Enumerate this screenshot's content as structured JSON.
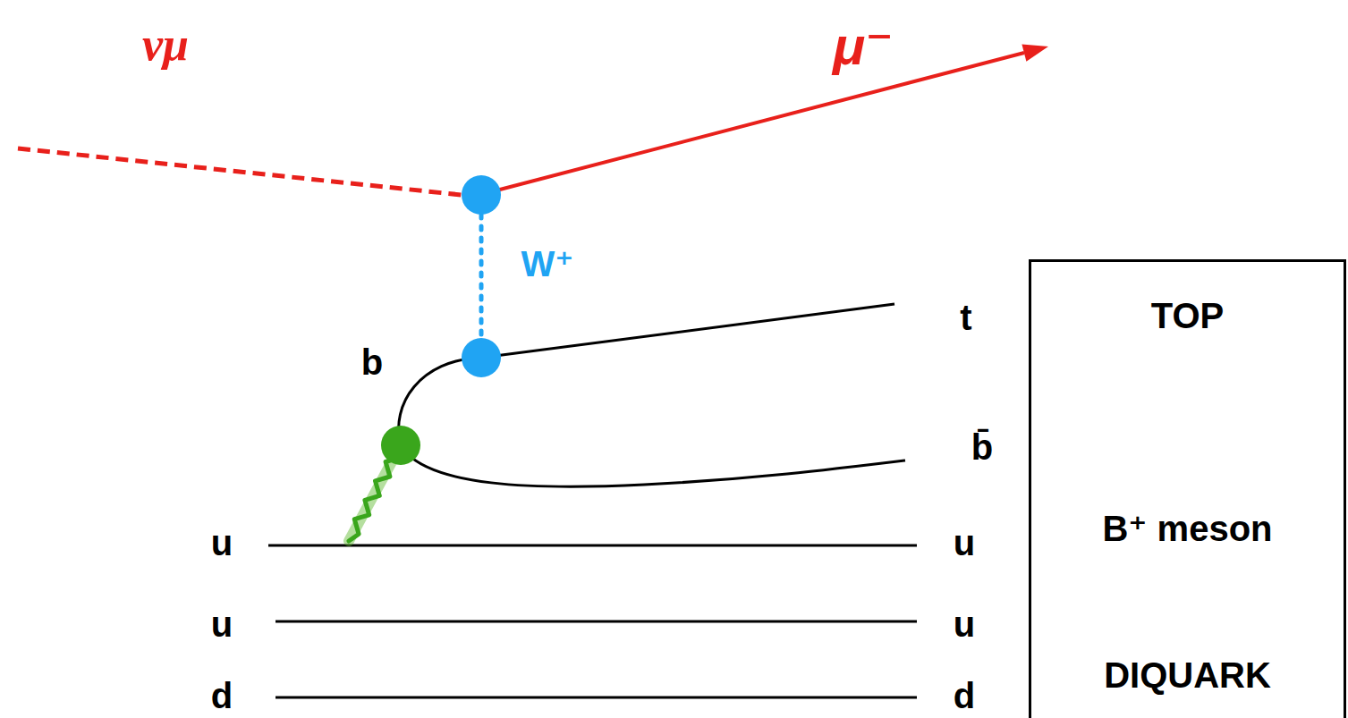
{
  "diagram": {
    "nodes": [
      {
        "text": [
          "TOP",
          "B⁺ meson",
          "DIQUARK"
        ]
      }
    ],
    "labels": [
      "μ⁻",
      "νμ",
      "W⁺",
      "t",
      "b",
      "b̄",
      "u",
      "u",
      "u",
      "u",
      "d",
      "d"
    ]
  }
}
